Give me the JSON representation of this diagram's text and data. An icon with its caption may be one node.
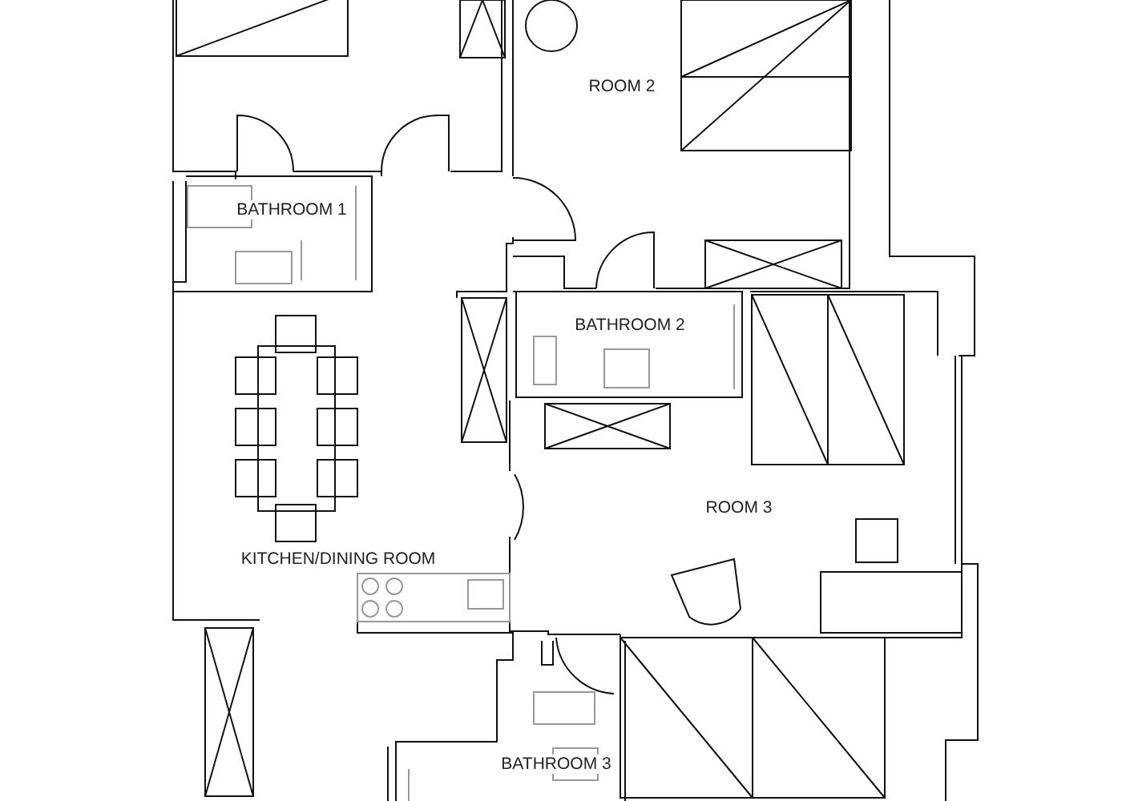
{
  "diagram": {
    "labels": [
      "ROOM 2",
      "BATHROOM 1",
      "BATHROOM 2",
      "ROOM 3",
      "KITCHEN/DINING ROOM",
      "BATHROOM 3"
    ]
  }
}
